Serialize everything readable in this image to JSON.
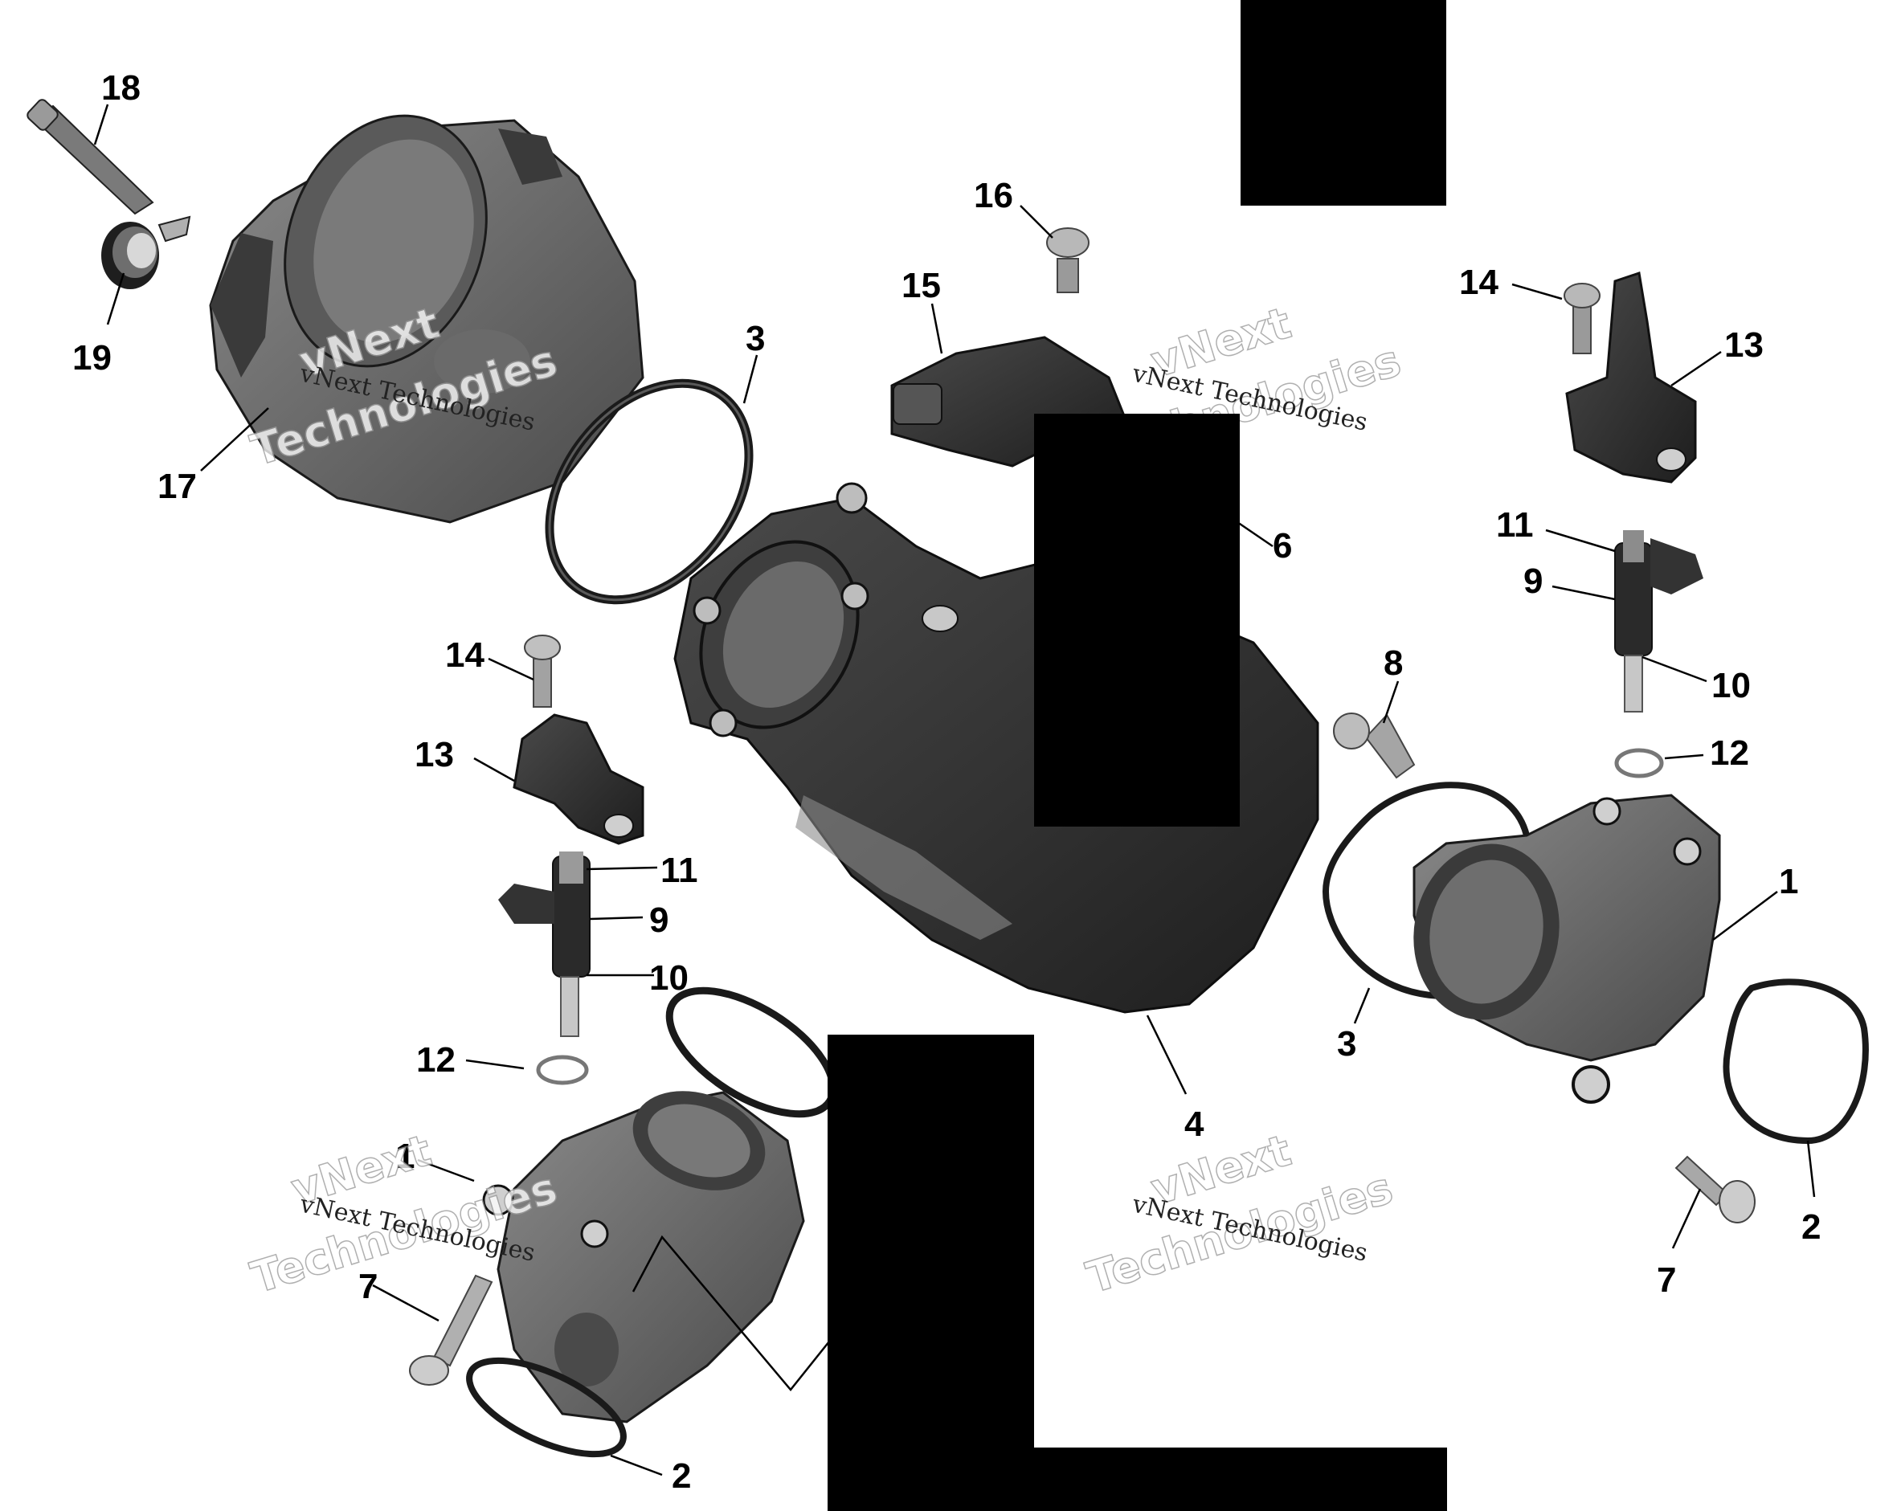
{
  "labels": [
    {
      "id": "18a",
      "text": "18"
    },
    {
      "id": "19a",
      "text": "19"
    },
    {
      "id": "17a",
      "text": "17"
    },
    {
      "id": "3a",
      "text": "3"
    },
    {
      "id": "16a",
      "text": "16"
    },
    {
      "id": "15a",
      "text": "15"
    },
    {
      "id": "14a",
      "text": "14"
    },
    {
      "id": "13a",
      "text": "13"
    },
    {
      "id": "11a",
      "text": "11"
    },
    {
      "id": "9a",
      "text": "9"
    },
    {
      "id": "10a",
      "text": "10"
    },
    {
      "id": "12a",
      "text": "12"
    },
    {
      "id": "6a",
      "text": "6"
    },
    {
      "id": "8a",
      "text": "8"
    },
    {
      "id": "1a",
      "text": "1"
    },
    {
      "id": "3b",
      "text": "3"
    },
    {
      "id": "4a",
      "text": "4"
    },
    {
      "id": "2a",
      "text": "2"
    },
    {
      "id": "7a",
      "text": "7"
    },
    {
      "id": "14b",
      "text": "14"
    },
    {
      "id": "13b",
      "text": "13"
    },
    {
      "id": "11b",
      "text": "11"
    },
    {
      "id": "9b",
      "text": "9"
    },
    {
      "id": "10b",
      "text": "10"
    },
    {
      "id": "12b",
      "text": "12"
    },
    {
      "id": "1b",
      "text": "1"
    },
    {
      "id": "7b",
      "text": "7"
    },
    {
      "id": "2b",
      "text": "2"
    }
  ],
  "watermark": {
    "line_small": "vNext Technologies",
    "line_big_1": "vNext",
    "line_big_2": "Technologies"
  },
  "colors": {
    "part_dark": "#2e2e2e",
    "part_mid": "#5a5a5a",
    "part_light": "#8c8c8c",
    "redaction": "#000000"
  }
}
